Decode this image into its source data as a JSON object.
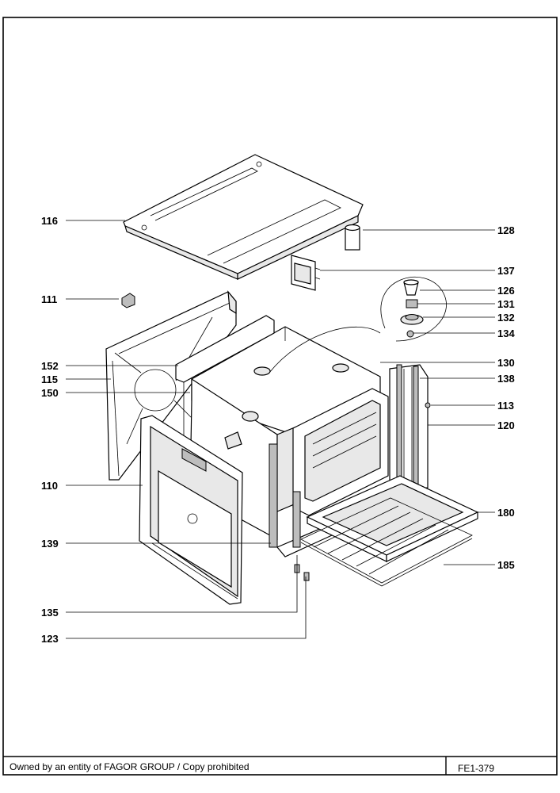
{
  "footer": {
    "owner_text": "Owned by an entity of FAGOR GROUP / Copy prohibited",
    "drawing_code": "FE1-379"
  },
  "callouts": [
    {
      "id": "116",
      "label": "116"
    },
    {
      "id": "128",
      "label": "128"
    },
    {
      "id": "137",
      "label": "137"
    },
    {
      "id": "111",
      "label": "111"
    },
    {
      "id": "126",
      "label": "126"
    },
    {
      "id": "131",
      "label": "131"
    },
    {
      "id": "132",
      "label": "132"
    },
    {
      "id": "134",
      "label": "134"
    },
    {
      "id": "152",
      "label": "152"
    },
    {
      "id": "130",
      "label": "130"
    },
    {
      "id": "115",
      "label": "115"
    },
    {
      "id": "138",
      "label": "138"
    },
    {
      "id": "150",
      "label": "150"
    },
    {
      "id": "113",
      "label": "113"
    },
    {
      "id": "120",
      "label": "120"
    },
    {
      "id": "110",
      "label": "110"
    },
    {
      "id": "180",
      "label": "180"
    },
    {
      "id": "139",
      "label": "139"
    },
    {
      "id": "185",
      "label": "185"
    },
    {
      "id": "135",
      "label": "135"
    },
    {
      "id": "123",
      "label": "123"
    }
  ]
}
